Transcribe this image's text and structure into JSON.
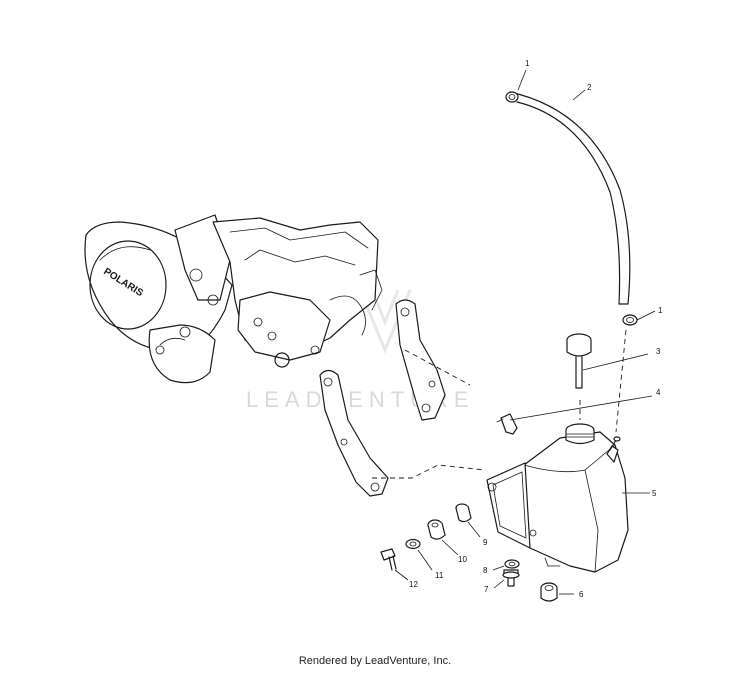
{
  "watermark": {
    "text": "LEADVENTURE"
  },
  "engine": {
    "brand": "POLARIS"
  },
  "callouts": [
    {
      "id": "callout-1-top",
      "label": "1"
    },
    {
      "id": "callout-2",
      "label": "2"
    },
    {
      "id": "callout-1-bottom",
      "label": "1"
    },
    {
      "id": "callout-3",
      "label": "3"
    },
    {
      "id": "callout-4",
      "label": "4"
    },
    {
      "id": "callout-5",
      "label": "5"
    },
    {
      "id": "callout-6",
      "label": "6"
    },
    {
      "id": "callout-7",
      "label": "7"
    },
    {
      "id": "callout-8",
      "label": "8"
    },
    {
      "id": "callout-9",
      "label": "9"
    },
    {
      "id": "callout-10",
      "label": "10"
    },
    {
      "id": "callout-11",
      "label": "11"
    },
    {
      "id": "callout-12",
      "label": "12"
    }
  ],
  "footer": {
    "text": "Rendered by LeadVenture, Inc."
  },
  "colors": {
    "line": "#1a1a1a",
    "background": "#ffffff",
    "watermark": "#d9d9d9"
  }
}
